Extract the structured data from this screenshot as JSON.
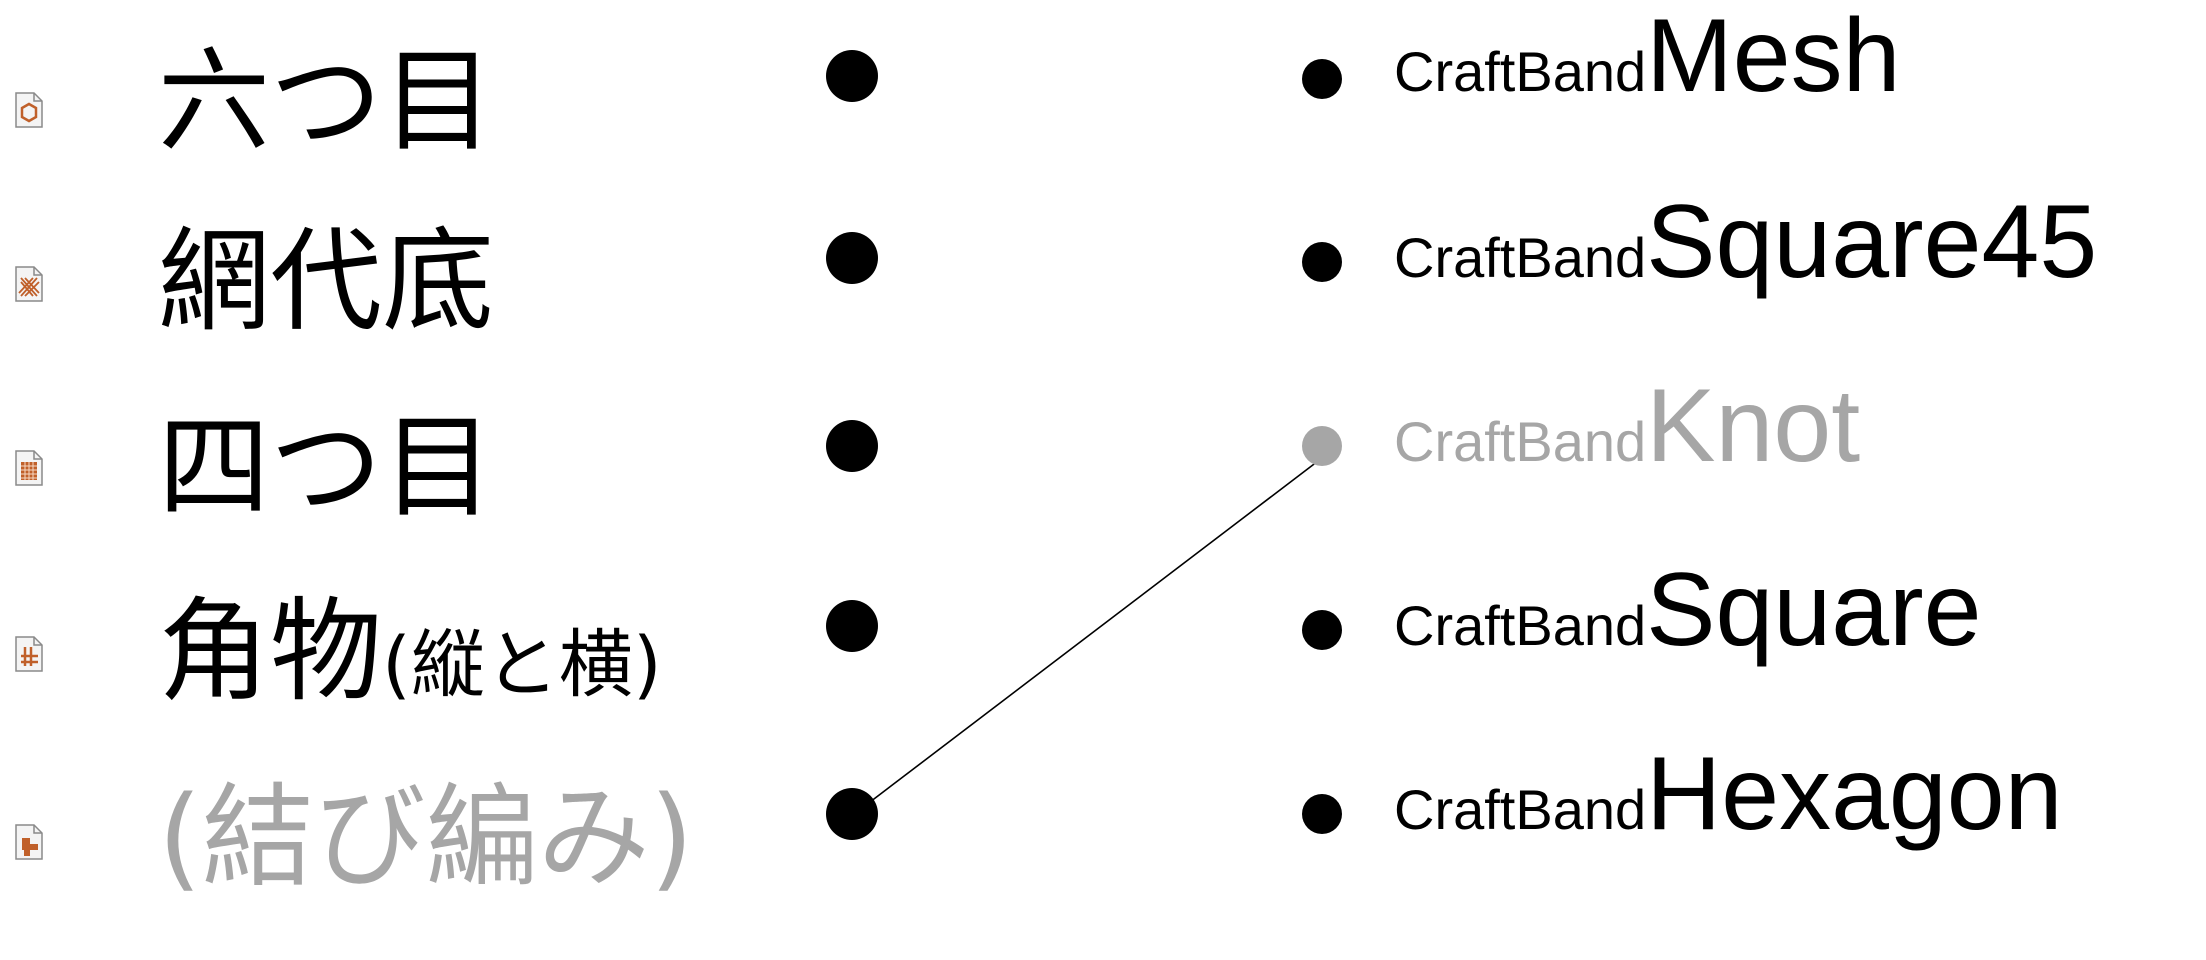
{
  "left_items": [
    {
      "label": "六つ目",
      "suffix": "",
      "muted": false,
      "icon": "hexagon-file-icon"
    },
    {
      "label": "網代底",
      "suffix": "",
      "muted": false,
      "icon": "mesh-file-icon"
    },
    {
      "label": "四つ目",
      "suffix": "",
      "muted": false,
      "icon": "grid-file-icon"
    },
    {
      "label": "角物",
      "suffix": "(縦と横)",
      "muted": false,
      "icon": "square-file-icon"
    },
    {
      "label": "(結び編み)",
      "suffix": "",
      "muted": true,
      "icon": "knot-file-icon"
    }
  ],
  "right_items": [
    {
      "prefix": "CraftBand",
      "name": "Mesh",
      "muted": false
    },
    {
      "prefix": "CraftBand",
      "name": "Square45",
      "muted": false
    },
    {
      "prefix": "CraftBand",
      "name": "Knot",
      "muted": true
    },
    {
      "prefix": "CraftBand",
      "name": "Square",
      "muted": false
    },
    {
      "prefix": "CraftBand",
      "name": "Hexagon",
      "muted": false
    }
  ],
  "connections": [
    {
      "from_dot": 5,
      "to_item": "CraftBandKnot"
    }
  ],
  "colors": {
    "text": "#000000",
    "muted": "#a6a6a6",
    "icon_accent": "#c0602a"
  }
}
